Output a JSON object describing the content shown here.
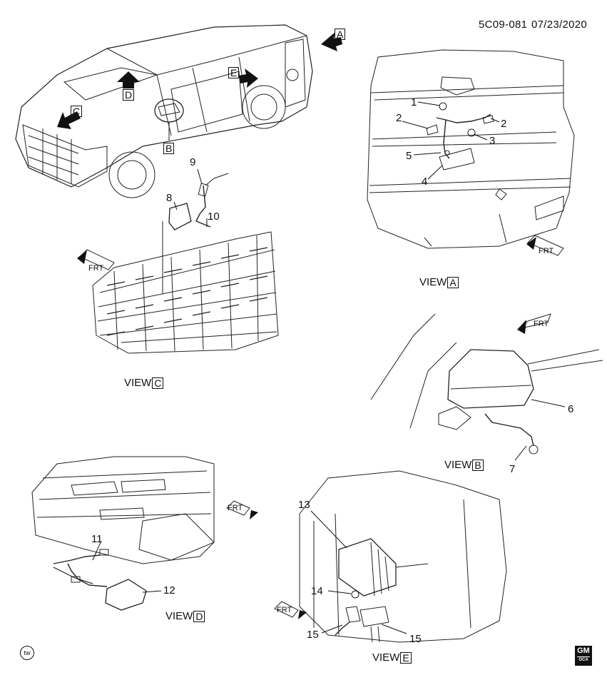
{
  "header": {
    "code": "5C09-081",
    "date": "07/23/2020"
  },
  "callout_letters": {
    "a": "A",
    "b": "B",
    "c": "C",
    "d": "D",
    "e": "E"
  },
  "view_word": "VIEW",
  "frt": "FRT",
  "parts": [
    "1",
    "2",
    "2",
    "3",
    "4",
    "5",
    "6",
    "7",
    "8",
    "9",
    "10",
    "11",
    "12",
    "13",
    "14",
    "15",
    "15"
  ],
  "footer": {
    "tw": "tw",
    "gm_top": "GM",
    "gm_bottom": "OCA"
  }
}
